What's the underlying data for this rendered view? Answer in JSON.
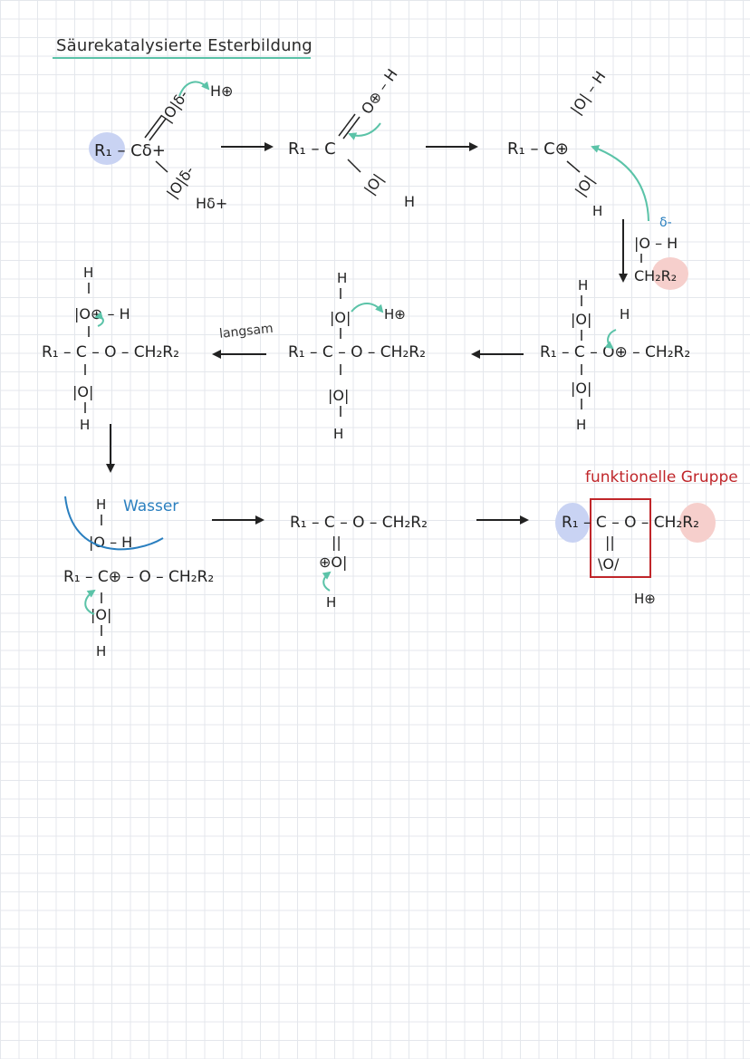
{
  "title": "Säurekatalysierte Esterbildung",
  "colors": {
    "teal": "#5bc3a8",
    "red": "#c0262a",
    "blue": "#2a7fbf",
    "highlight_blue": "#c9d3f3",
    "highlight_red": "#f6cfcc",
    "ink": "#222222"
  },
  "labels": {
    "slow": "langsam",
    "water": "Wasser",
    "functional_group": "funktionelle Gruppe"
  },
  "steps": [
    {
      "id": "s1",
      "lines": [
        "|O|δ-",
        "R₁ – Cδ+",
        "|O|δ-",
        "Hδ+"
      ],
      "proton": "H⊕"
    },
    {
      "id": "s2",
      "lines": [
        "O⊕ – H",
        "R₁ – C",
        "|O|",
        "H"
      ]
    },
    {
      "id": "s3",
      "lines": [
        "|O| – H",
        "R₁ – C⊕",
        "|O|",
        "H"
      ]
    },
    {
      "id": "alcohol",
      "lines": [
        "δ-",
        "|O – H",
        "CH₂R₂"
      ]
    },
    {
      "id": "s4",
      "lines": [
        "H",
        "|O|",
        "R₁ – C – O⊕ – CH₂R₂",
        "|O|",
        "H"
      ],
      "h_on_o": "H"
    },
    {
      "id": "s5",
      "lines": [
        "H",
        "|O|",
        "R₁ – C – O – CH₂R₂",
        "|O|",
        "H"
      ],
      "proton": "H⊕"
    },
    {
      "id": "s6",
      "lines": [
        "H",
        "|O⊕ – H",
        "R₁ – C – O – CH₂R₂",
        "|O|",
        "H"
      ]
    },
    {
      "id": "s7",
      "lines": [
        "H",
        "|O – H",
        "R₁ – C⊕ – O – CH₂R₂",
        "|O|",
        "H"
      ]
    },
    {
      "id": "s8",
      "lines": [
        "R₁ – C – O – CH₂R₂",
        "||",
        "⊕O|",
        "H"
      ]
    },
    {
      "id": "s9",
      "lines": [
        "R₁ – C – O – CH₂R₂",
        "||",
        "\\O/"
      ],
      "proton": "H⊕"
    }
  ]
}
